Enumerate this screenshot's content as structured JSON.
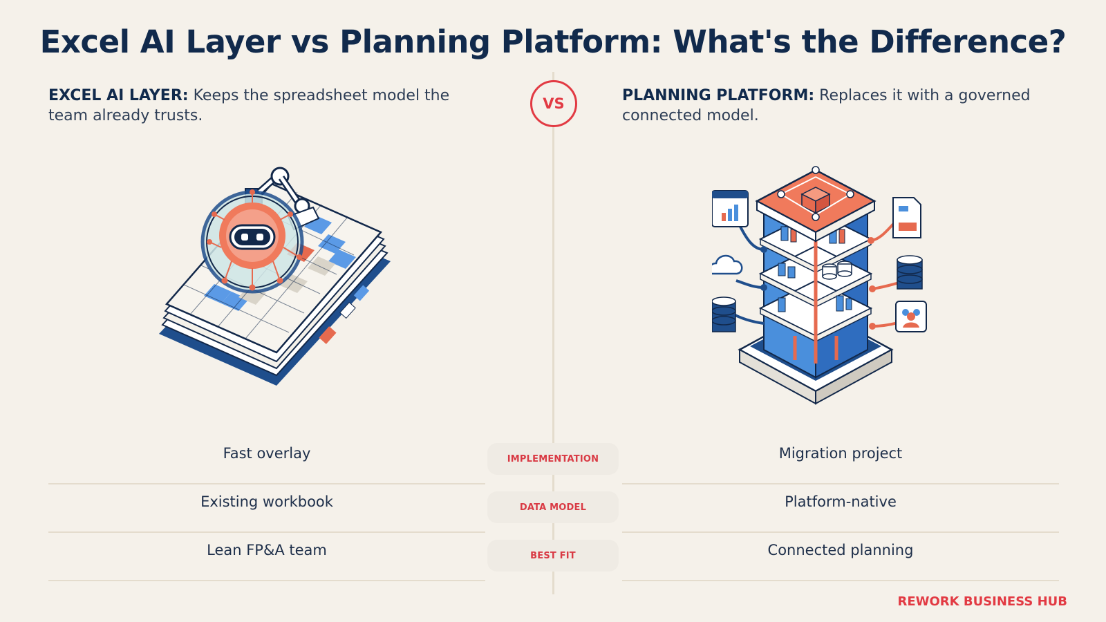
{
  "title": "Excel AI Layer vs Planning Platform: What's the Difference?",
  "vs_label": "VS",
  "left": {
    "heading": "EXCEL AI LAYER:",
    "description": "Keeps the spreadsheet model the team already trusts."
  },
  "right": {
    "heading": "PLANNING PLATFORM:",
    "description": "Replaces it with a governed connected model."
  },
  "rows": [
    {
      "category": "IMPLEMENTATION",
      "left": "Fast overlay",
      "right": "Migration project"
    },
    {
      "category": "DATA MODEL",
      "left": "Existing workbook",
      "right": "Platform-native"
    },
    {
      "category": "BEST FIT",
      "left": "Lean FP&A team",
      "right": "Connected planning"
    }
  ],
  "brand": "REWORK BUSINESS HUB",
  "colors": {
    "navy": "#112a4c",
    "accent_red": "#e23a43",
    "coral": "#f07a5c",
    "blue": "#4a90e2",
    "background": "#f5f1ea"
  },
  "icons": {
    "left_illustration": "spreadsheet-ai-magnifier-icon",
    "right_illustration": "connected-platform-tower-icon"
  }
}
